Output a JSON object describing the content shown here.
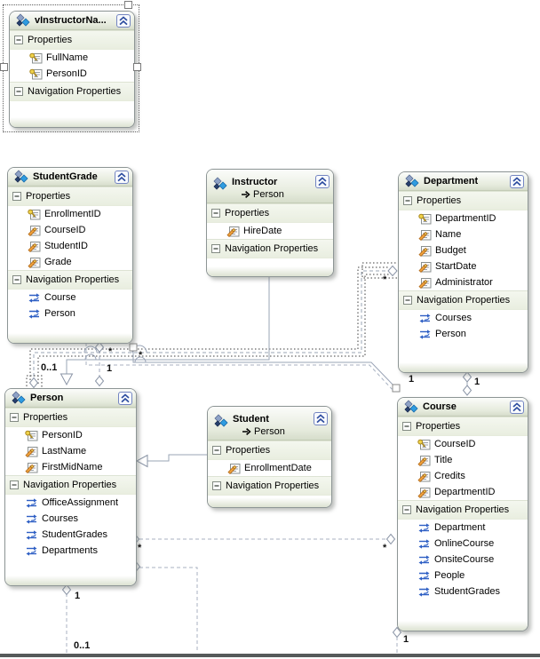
{
  "app": "Entity Framework model designer canvas",
  "sections": {
    "properties": "Properties",
    "navigation": "Navigation Properties"
  },
  "entities": [
    {
      "name": "vInstructorNa...",
      "selected": true,
      "properties": [
        {
          "name": "FullName",
          "key": true
        },
        {
          "name": "PersonID",
          "key": true
        }
      ],
      "navigation": []
    },
    {
      "name": "StudentGrade",
      "properties": [
        {
          "name": "EnrollmentID",
          "key": true
        },
        {
          "name": "CourseID",
          "key": false
        },
        {
          "name": "StudentID",
          "key": false
        },
        {
          "name": "Grade",
          "key": false
        }
      ],
      "navigation": [
        "Course",
        "Person"
      ]
    },
    {
      "name": "Instructor",
      "base": "Person",
      "properties": [
        {
          "name": "HireDate",
          "key": false
        }
      ],
      "navigation": []
    },
    {
      "name": "Department",
      "properties": [
        {
          "name": "DepartmentID",
          "key": true
        },
        {
          "name": "Name",
          "key": false
        },
        {
          "name": "Budget",
          "key": false
        },
        {
          "name": "StartDate",
          "key": false
        },
        {
          "name": "Administrator",
          "key": false
        }
      ],
      "navigation": [
        "Courses",
        "Person"
      ]
    },
    {
      "name": "Person",
      "properties": [
        {
          "name": "PersonID",
          "key": true
        },
        {
          "name": "LastName",
          "key": false
        },
        {
          "name": "FirstMidName",
          "key": false
        }
      ],
      "navigation": [
        "OfficeAssignment",
        "Courses",
        "StudentGrades",
        "Departments"
      ]
    },
    {
      "name": "Student",
      "base": "Person",
      "properties": [
        {
          "name": "EnrollmentDate",
          "key": false
        }
      ],
      "navigation": []
    },
    {
      "name": "Course",
      "properties": [
        {
          "name": "CourseID",
          "key": true
        },
        {
          "name": "Title",
          "key": false
        },
        {
          "name": "Credits",
          "key": false
        },
        {
          "name": "DepartmentID",
          "key": false
        }
      ],
      "navigation": [
        "Department",
        "OnlineCourse",
        "OnsiteCourse",
        "People",
        "StudentGrades"
      ]
    }
  ],
  "connector_labels": [
    "0..1",
    "*",
    "*",
    "1",
    "*",
    "1",
    "1",
    "*",
    "*",
    "1",
    "0..1",
    "1"
  ],
  "icons": {
    "entity-icon": "cluster of blue diamonds",
    "collapse-chevron-icon": "double chevron up button",
    "expander-minus-icon": "collapse minus box",
    "key-property-icon": "golden key on property card",
    "scalar-property-icon": "property card with pencil",
    "navigation-property-icon": "blue navigation arrows",
    "inheritance-arrow-icon": "black right arrow"
  },
  "colors": {
    "header_gradient_top": "#fbfcfa",
    "header_gradient_bottom": "#d6ddcb",
    "section_bg": "#eef2e6",
    "entity_border": "#8d9595",
    "connector": "#99a3b5",
    "selected_connector": "#3c3c3c",
    "nav_icon_blue": "#2e5fc4",
    "key_yellow": "#e6c43c"
  }
}
